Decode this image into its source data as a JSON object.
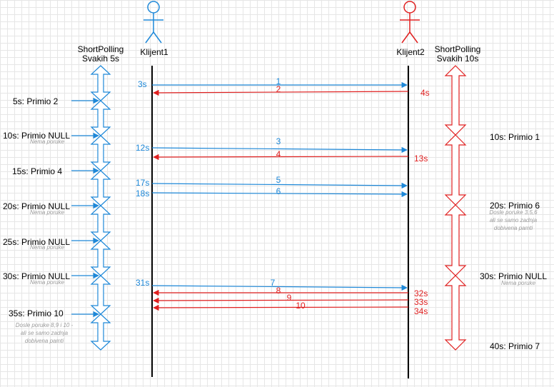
{
  "actors": {
    "left": {
      "name": "Klijent1",
      "color": "#1e88d8"
    },
    "right": {
      "name": "Klijent2",
      "color": "#e02020"
    }
  },
  "polling": {
    "left": {
      "line1": "ShortPolling",
      "line2": "Svakih 5s"
    },
    "right": {
      "line1": "ShortPolling",
      "line2": "Svakih 10s"
    }
  },
  "left_events": [
    {
      "label": "5s: Primio 2"
    },
    {
      "label": "10s: Primio NULL",
      "note": "Nema poruke"
    },
    {
      "label": "15s: Primio 4"
    },
    {
      "label": "20s: Primio NULL",
      "note": "Nema poruke"
    },
    {
      "label": "25s: Primio NULL",
      "note": "Nema poruke"
    },
    {
      "label": "30s: Primio NULL",
      "note": "Nema poruke"
    },
    {
      "label": "35s: Primio 10",
      "note1": "Dosle poruke 8,9 i 10 -",
      "note2": "ali se samo zadnja",
      "note3": "dobivena pamti"
    }
  ],
  "right_events": [
    {
      "label": "10s: Primio 1"
    },
    {
      "label": "20s: Primio 6",
      "note1": "Dosle poruke 3,5,6",
      "note2": "ali se samo zadnja",
      "note3": "dobivena pamti"
    },
    {
      "label": "30s: Primio NULL",
      "note": "Nema poruke"
    },
    {
      "label": "40s: Primio 7"
    }
  ],
  "messages": [
    {
      "num": "1",
      "time": "3s",
      "from": "left"
    },
    {
      "num": "2",
      "time": "4s",
      "from": "right"
    },
    {
      "num": "3",
      "time": "12s",
      "from": "left"
    },
    {
      "num": "4",
      "time": "13s",
      "from": "right"
    },
    {
      "num": "5",
      "time": "17s",
      "from": "left"
    },
    {
      "num": "6",
      "time": "18s",
      "from": "left"
    },
    {
      "num": "7",
      "time": "31s",
      "from": "left"
    },
    {
      "num": "8",
      "time": "32s",
      "from": "right"
    },
    {
      "num": "9",
      "time": "33s",
      "from": "right"
    },
    {
      "num": "10",
      "time": "34s",
      "from": "right"
    }
  ]
}
